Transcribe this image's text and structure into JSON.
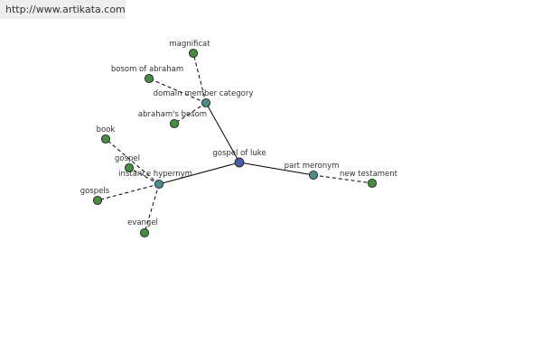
{
  "watermark": {
    "url": "http://www.artikata.com"
  },
  "colors": {
    "center_node": "#4a5aa8",
    "relation_node": "#4f8a8e",
    "leaf_node": "#4a8a45",
    "edge": "#000000"
  },
  "graph": {
    "center": {
      "id": "gospel_of_luke",
      "label": "gospel of luke"
    },
    "relations": [
      {
        "id": "domain_member_category",
        "label": "domain member category"
      },
      {
        "id": "instance_hypernym",
        "label": "instance hypernym"
      },
      {
        "id": "part_meronym",
        "label": "part meronym"
      }
    ],
    "leaves": [
      {
        "id": "magnificat",
        "label": "magnificat",
        "relation": "domain_member_category"
      },
      {
        "id": "bosom_of_abraham",
        "label": "bosom of abraham",
        "relation": "domain_member_category"
      },
      {
        "id": "abrahams_bosom",
        "label": "abraham's bosom",
        "relation": "domain_member_category"
      },
      {
        "id": "book",
        "label": "book",
        "relation": "instance_hypernym"
      },
      {
        "id": "gospel",
        "label": "gospel",
        "relation": "instance_hypernym"
      },
      {
        "id": "gospels",
        "label": "gospels",
        "relation": "instance_hypernym"
      },
      {
        "id": "evangel",
        "label": "evangel",
        "relation": "instance_hypernym"
      },
      {
        "id": "new_testament",
        "label": "new testament",
        "relation": "part_meronym"
      }
    ]
  }
}
